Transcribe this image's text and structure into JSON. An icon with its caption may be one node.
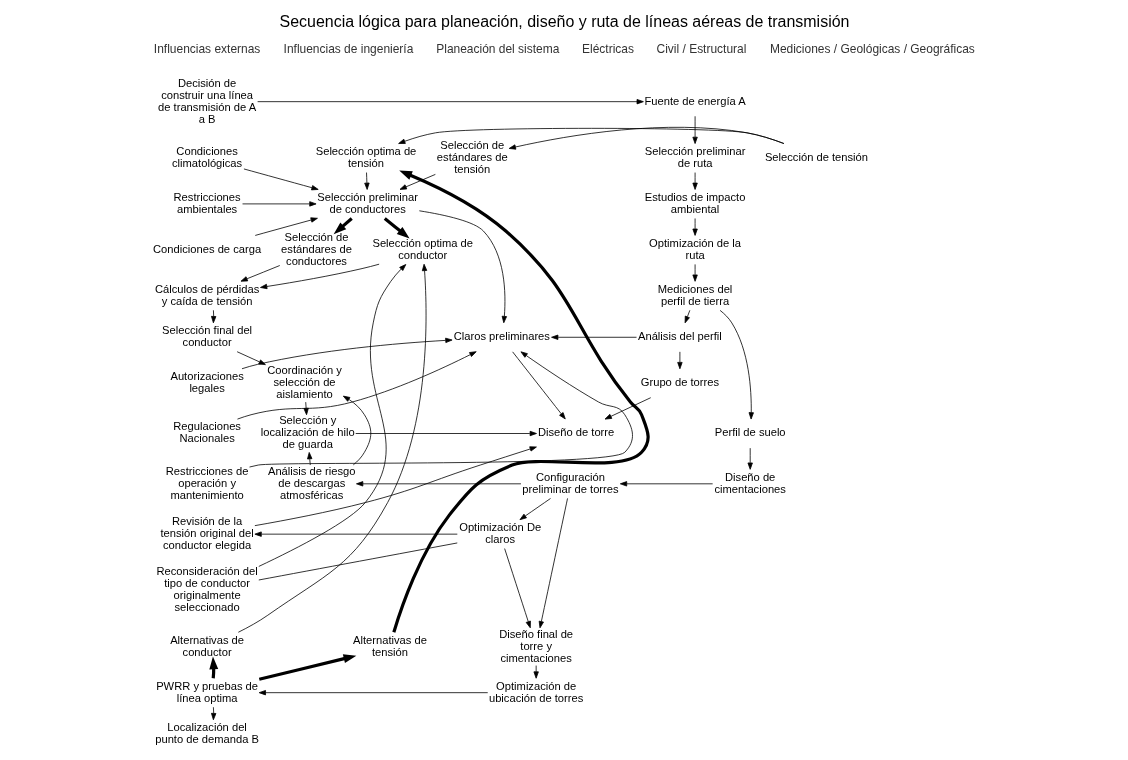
{
  "diagram": {
    "title": "Secuencia lógica para planeación, diseño y ruta de líneas aéreas de transmisión",
    "nodes": [
      {
        "text": [
          "Decisión de construir una línea de transmisión de A a B"
        ]
      },
      {
        "text": [
          "Fuente de energía A"
        ]
      },
      {
        "text": [
          "Selección preliminar de ruta"
        ]
      },
      {
        "text": [
          "Condiciones climatológicas"
        ]
      },
      {
        "text": [
          "Selección de estándares de tensión"
        ]
      },
      {
        "text": [
          "Selección de tensión"
        ]
      },
      {
        "text": [
          "Selección optima de tensión"
        ]
      },
      {
        "text": [
          "Restricciones ambientales"
        ]
      },
      {
        "text": [
          "Selección preliminar de conductores"
        ]
      },
      {
        "text": [
          "Estudios de impacto ambiental"
        ]
      },
      {
        "text": [
          "Condiciones de carga"
        ]
      },
      {
        "text": [
          "Selección de estándares de conductores"
        ]
      },
      {
        "text": [
          "Selección optima de conductor"
        ]
      },
      {
        "text": [
          "Optimización de la ruta"
        ]
      },
      {
        "text": [
          "Mediciones del perfil de tierra"
        ]
      },
      {
        "text": [
          "Cálculos de pérdidas y caída de tensión"
        ]
      },
      {
        "text": [
          "Claros preliminares"
        ]
      },
      {
        "text": [
          "Análisis del perfil"
        ]
      },
      {
        "text": [
          "Selección final del conductor"
        ]
      },
      {
        "text": [
          "Coordinación y selección de aislamiento"
        ]
      },
      {
        "text": [
          "Grupo de torres"
        ]
      },
      {
        "text": [
          "Autorizaciones legales"
        ]
      },
      {
        "text": [
          "Regulaciones Nacionales"
        ]
      },
      {
        "text": [
          "Restricciones de operación y mantenimiento"
        ]
      },
      {
        "text": [
          "Selección y localización de hilo de guarda"
        ]
      },
      {
        "text": [
          "Diseño de torre"
        ]
      },
      {
        "text": [
          "Perfil de suelo"
        ]
      },
      {
        "text": [
          "Análisis de riesgo de descargas atmosféricas"
        ]
      },
      {
        "text": [
          "Configuración preliminar de torres"
        ]
      },
      {
        "text": [
          "Diseño de cimentaciones"
        ]
      },
      {
        "text": [
          "Revisión de la tensión original del conductor elegida"
        ]
      },
      {
        "text": [
          "Reconsideración del tipo de conductor originalmente seleccionado"
        ]
      },
      {
        "text": [
          "Optimización De claros"
        ]
      },
      {
        "text": [
          "Alternativas de conductor"
        ]
      },
      {
        "text": [
          "Alternativas de tensión"
        ]
      },
      {
        "text": [
          "Diseño final de torre y cimentaciones"
        ]
      },
      {
        "text": [
          "PWRR y pruebas de línea optima"
        ]
      },
      {
        "text": [
          "Optimización de ubicación de torres"
        ]
      },
      {
        "text": [
          "Localización del punto de demanda B"
        ]
      }
    ],
    "edges": [
      {
        "from": 0,
        "to": 1,
        "arrow": "to"
      },
      {
        "from": 1,
        "to": 2,
        "arrow": "to"
      },
      {
        "from": 2,
        "to": 9,
        "arrow": "to"
      },
      {
        "from": 9,
        "to": 13,
        "arrow": "to"
      },
      {
        "from": 13,
        "to": 14,
        "arrow": "to"
      },
      {
        "from": 14,
        "to": 17,
        "arrow": "to"
      },
      {
        "from": 17,
        "to": 20,
        "arrow": "to"
      },
      {
        "from": 5,
        "to": 4,
        "arrow": "to"
      },
      {
        "from": 4,
        "to": 8,
        "arrow": "to"
      },
      {
        "from": 5,
        "to": 6,
        "arrow": "to"
      },
      {
        "from": 6,
        "to": 8,
        "arrow": "to"
      },
      {
        "from": 3,
        "to": 8,
        "arrow": "to"
      },
      {
        "from": 7,
        "to": 8,
        "arrow": "to"
      },
      {
        "from": 10,
        "to": 8,
        "arrow": "to"
      },
      {
        "from": 8,
        "to": 16,
        "arrow": "to"
      },
      {
        "from": 8,
        "to": 11,
        "arrow": "to",
        "style": "thick"
      },
      {
        "from": 8,
        "to": 12,
        "arrow": "to",
        "style": "thick"
      },
      {
        "from": 11,
        "to": 15,
        "arrow": "to"
      },
      {
        "from": 12,
        "to": 15,
        "arrow": "to"
      },
      {
        "from": 15,
        "to": 18,
        "arrow": "to"
      },
      {
        "from": 18,
        "to": 19,
        "arrow": "to"
      },
      {
        "from": 27,
        "to": 19,
        "arrow": "to"
      },
      {
        "from": 19,
        "to": 24,
        "arrow": "to"
      },
      {
        "from": 27,
        "to": 24,
        "arrow": "to"
      },
      {
        "from": 24,
        "to": 25,
        "arrow": "to"
      },
      {
        "from": 30,
        "to": 25,
        "arrow": "to"
      },
      {
        "from": 21,
        "to": 16,
        "arrow": "to"
      },
      {
        "from": 22,
        "to": 16,
        "arrow": "to"
      },
      {
        "from": 23,
        "to": 16,
        "arrow": "to"
      },
      {
        "from": 16,
        "to": 25,
        "arrow": "to"
      },
      {
        "from": 17,
        "to": 16,
        "arrow": "to"
      },
      {
        "from": 20,
        "to": 25,
        "arrow": "to"
      },
      {
        "from": 14,
        "to": 26,
        "arrow": "to"
      },
      {
        "from": 26,
        "to": 29,
        "arrow": "to"
      },
      {
        "from": 29,
        "to": 28,
        "arrow": "to"
      },
      {
        "from": 28,
        "to": 27,
        "arrow": "to"
      },
      {
        "from": 28,
        "to": 32,
        "arrow": "to"
      },
      {
        "from": 28,
        "to": 35,
        "arrow": "to"
      },
      {
        "from": 32,
        "to": 30,
        "arrow": "to"
      },
      {
        "from": 32,
        "to": 31,
        "arrow": "none"
      },
      {
        "from": 32,
        "to": 35,
        "arrow": "to"
      },
      {
        "from": 31,
        "to": 12,
        "arrow": "to"
      },
      {
        "from": 33,
        "to": 12,
        "arrow": "to"
      },
      {
        "from": 34,
        "to": 6,
        "arrow": "to",
        "style": "thick"
      },
      {
        "from": 36,
        "to": 33,
        "arrow": "to",
        "style": "thick"
      },
      {
        "from": 36,
        "to": 34,
        "arrow": "to",
        "style": "thick"
      },
      {
        "from": 35,
        "to": 37,
        "arrow": "to"
      },
      {
        "from": 37,
        "to": 36,
        "arrow": "to"
      },
      {
        "from": 36,
        "to": 38,
        "arrow": "to"
      }
    ],
    "labels": [
      "Influencias externas",
      "Influencias de ingeniería",
      "Planeación del sistema",
      "Eléctricas",
      "Civil / Estructural",
      "Mediciones / Geológicas / Geográficas"
    ]
  }
}
